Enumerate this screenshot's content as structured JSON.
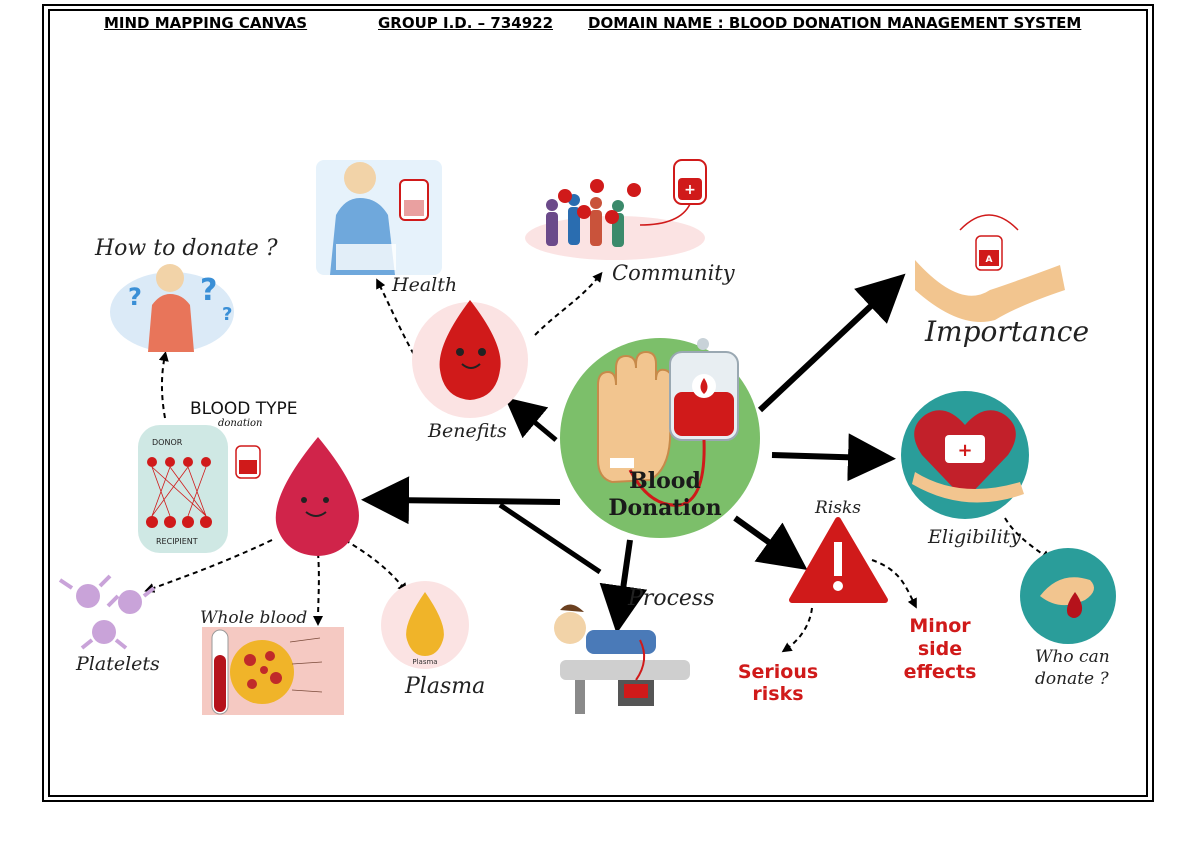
{
  "header": {
    "canvas_title": "MIND MAPPING CANVAS",
    "group_id": "GROUP I.D. – 734922",
    "domain_name": "DOMAIN NAME : BLOOD DONATION MANAGEMENT SYSTEM"
  },
  "center": {
    "line1": "Blood",
    "line2": "Donation"
  },
  "nodes": {
    "how_to_donate": "How to donate ?",
    "health": "Health",
    "community": "Community",
    "benefits": "Benefits",
    "importance": "Importance",
    "eligibility": "Eligibility",
    "who_can_donate_1": "Who can",
    "who_can_donate_2": "donate ?",
    "risks": "Risks",
    "minor_side_effects_1": "Minor",
    "minor_side_effects_2": "side",
    "minor_side_effects_3": "effects",
    "serious_risks_1": "Serious",
    "serious_risks_2": "risks",
    "process": "Process",
    "blood_type": "BLOOD TYPE",
    "blood_type_sub": "donation",
    "donor": "DONOR",
    "recipient": "RECIPIENT",
    "platelets": "Platelets",
    "whole_blood": "Whole blood",
    "plasma": "Plasma",
    "plasma_label": "Plasma"
  },
  "colors": {
    "blood_red": "#d01a1a",
    "center_green": "#7cbf6a",
    "teal": "#2a9d9a",
    "plasma_gold": "#f0b429"
  }
}
